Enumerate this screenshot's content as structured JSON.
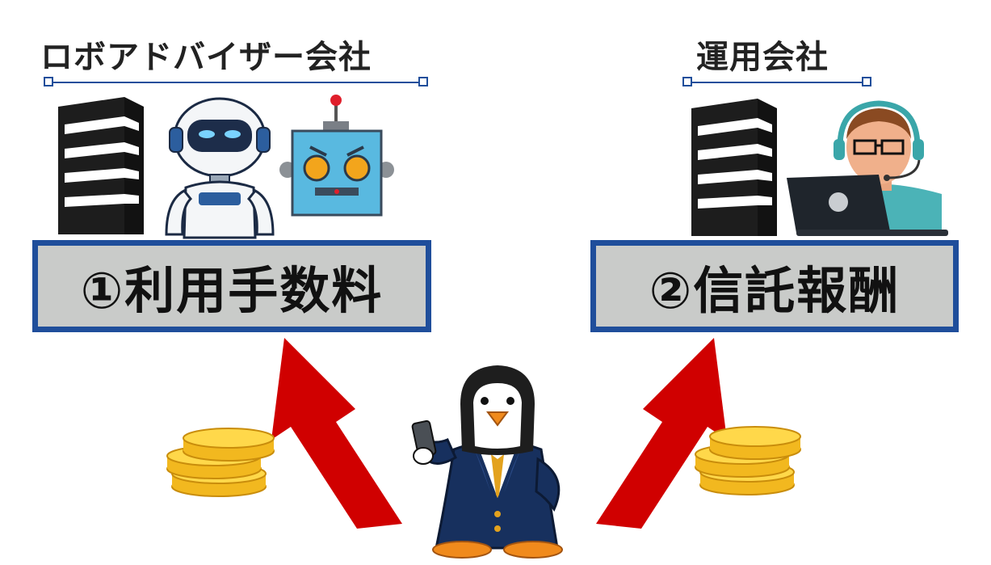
{
  "colors": {
    "accent": "#1f4e9b",
    "arrow": "#d00000",
    "building": "#1d1d1d",
    "coin": "#f2b81f",
    "box_fill": "#c9cbc9"
  },
  "left_group": {
    "heading": "ロボアドバイザー会社",
    "fee_label": "①利用手数料",
    "icons": [
      "building-icon",
      "white-robot-icon",
      "blue-robot-icon"
    ]
  },
  "right_group": {
    "heading": "運用会社",
    "fee_label": "②信託報酬",
    "icons": [
      "building-icon",
      "operator-with-laptop-icon"
    ]
  },
  "center": {
    "icon": "penguin-businessman-with-phone-icon"
  },
  "flows": [
    {
      "icon": "coins-icon",
      "direction": "up-left"
    },
    {
      "icon": "coins-icon",
      "direction": "up-right"
    }
  ]
}
